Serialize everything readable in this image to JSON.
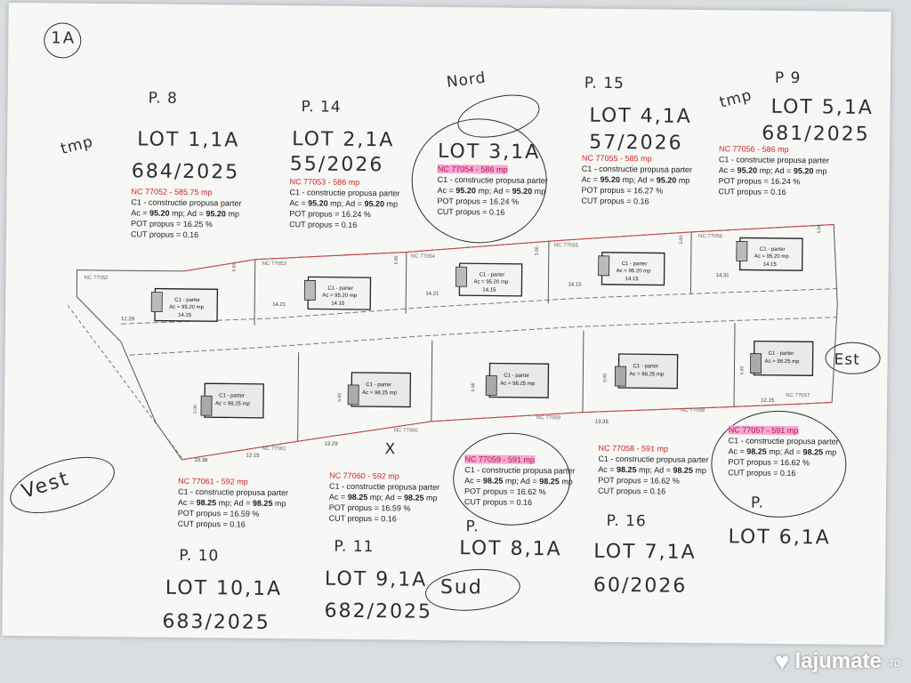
{
  "sheet_label": "1A",
  "lots": [
    {
      "id": "p8",
      "p": "P. 8",
      "lot": "LOT 1,1A",
      "num": "684/2025",
      "nc": "NC 77052 - 585.75 mp",
      "ac": "95.20",
      "ad": "95.20",
      "pot": "16.25",
      "cut": "0.16",
      "hl": false
    },
    {
      "id": "p14",
      "p": "P. 14",
      "lot": "LOT 2,1A",
      "num": "55/2026",
      "nc": "NC 77053 - 586 mp",
      "ac": "95.20",
      "ad": "95.20",
      "pot": "16.24",
      "cut": "0.16",
      "hl": false
    },
    {
      "id": "lot3",
      "p": "",
      "lot": "LOT 3,1A",
      "num": "",
      "nc": "NC 77054 - 586 mp",
      "ac": "95.20",
      "ad": "95.20",
      "pot": "16.24",
      "cut": "0.16",
      "hl": true
    },
    {
      "id": "p15",
      "p": "P. 15",
      "lot": "LOT 4,1A",
      "num": "57/2026",
      "nc": "NC 77055 - 585 mp",
      "ac": "95.20",
      "ad": "95.20",
      "pot": "16.27",
      "cut": "0.16",
      "hl": false
    },
    {
      "id": "p9",
      "p": "P 9",
      "lot": "LOT 5,1A",
      "num": "681/2025",
      "nc": "NC 77056 - 586 mp",
      "ac": "95.20",
      "ad": "95.20",
      "pot": "16.24",
      "cut": "0.16",
      "hl": false
    },
    {
      "id": "p10",
      "p": "P. 10",
      "lot": "LOT 10,1A",
      "num": "683/2025",
      "nc": "NC 77061 - 592 mp",
      "ac": "98.25",
      "ad": "98.25",
      "pot": "16.59",
      "cut": "0.16",
      "hl": false
    },
    {
      "id": "p11",
      "p": "P. 11",
      "lot": "LOT 9,1A",
      "num": "682/2025",
      "nc": "NC 77060 - 592 mp",
      "ac": "98.25",
      "ad": "98.25",
      "pot": "16.59",
      "cut": "0.16",
      "hl": false
    },
    {
      "id": "lot8",
      "p": "P.",
      "lot": "LOT 8,1A",
      "num": "",
      "nc": "NC 77059 - 591 mp",
      "ac": "98.25",
      "ad": "98.25",
      "pot": "16.62",
      "cut": "0.16",
      "hl": true
    },
    {
      "id": "p16",
      "p": "P. 16",
      "lot": "LOT 7,1A",
      "num": "60/2026",
      "nc": "NC 77058 - 591 mp",
      "ac": "98.25",
      "ad": "98.25",
      "pot": "16.62",
      "cut": "0.16",
      "hl": false
    },
    {
      "id": "lot6",
      "p": "P.",
      "lot": "LOT 6,1A",
      "num": "",
      "nc": "NC 77057 - 591 mp",
      "ac": "98.25",
      "ad": "98.25",
      "pot": "16.62",
      "cut": "0.16",
      "hl": true
    }
  ],
  "text": {
    "construct": "C1 - constructie propusa parter",
    "ac_prefix": "Ac = ",
    "mp_ad": " mp; Ad = ",
    "mp": " mp",
    "pot_prefix": "POT propus = ",
    "pct": " %",
    "cut_prefix": "CUT propus = ",
    "house_top": "C1 - parter",
    "house_top_area": "Ac = 95.20 mp",
    "house_bot_area": "Ac = 98.25 mp"
  },
  "notes": {
    "nord": "Nord",
    "est": "Est",
    "sud": "Sud",
    "vest": "Vest",
    "tmp": "tmp",
    "x": "X"
  },
  "plan_labels": {
    "nc_top": [
      "NC 77052",
      "NC 77053",
      "NC 77054",
      "NC 77055",
      "NC 77056"
    ],
    "nc_bot": [
      "NC 77061",
      "NC 77060",
      "NC 77059",
      "NC 77058",
      "NC 77057"
    ],
    "dims_top": [
      "12.29",
      "14.21",
      "14.21",
      "14.15",
      "14.31"
    ],
    "dims_bot": [
      "10.38",
      "12.15",
      "13.29",
      "13.35",
      "12.15"
    ],
    "house_dims": "14.15"
  },
  "watermark": {
    "brand": "lajumate",
    "tld": ".ro"
  },
  "colors": {
    "nc_red": "#c22",
    "highlight": "#f4a8d4",
    "ink": "#2a2d33"
  }
}
